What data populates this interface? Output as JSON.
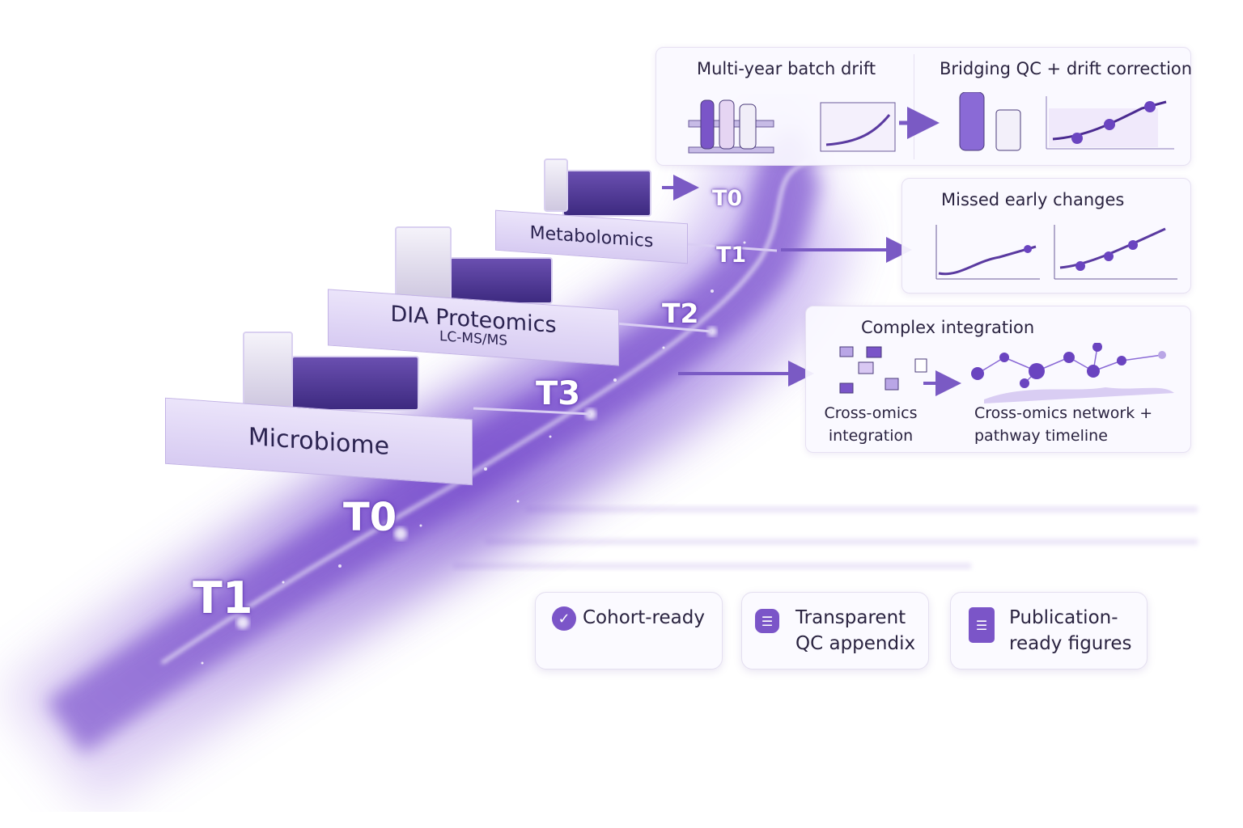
{
  "platforms": {
    "metabolomics": "Metabolomics",
    "proteomics": "DIA Proteomics",
    "proteomics_sub": "LC-MS/MS",
    "microbiome": "Microbiome"
  },
  "timepoints": {
    "upper": [
      "T0",
      "T1",
      "T2",
      "T3"
    ],
    "lower": [
      "T0",
      "T1"
    ]
  },
  "panels": {
    "batch_drift": "Multi-year batch drift",
    "bridging_qc": "Bridging QC + drift correction",
    "missed_changes": "Missed early changes",
    "complex_integration": "Complex integration",
    "cross_omics_integration": [
      "Cross-omics",
      "integration"
    ],
    "cross_omics_network": [
      "Cross-omics network +",
      "pathway timeline"
    ]
  },
  "outcomes": [
    {
      "label": [
        "Cohort-ready"
      ],
      "icon": "check-circle-icon"
    },
    {
      "label": [
        "Transparent",
        "QC appendix"
      ],
      "icon": "document-stack-icon"
    },
    {
      "label": [
        "Publication-",
        "ready figures"
      ],
      "icon": "report-icon"
    }
  ],
  "colors": {
    "accent": "#7b55c8",
    "deep": "#3d2a80",
    "light": "#e9e2fa"
  }
}
